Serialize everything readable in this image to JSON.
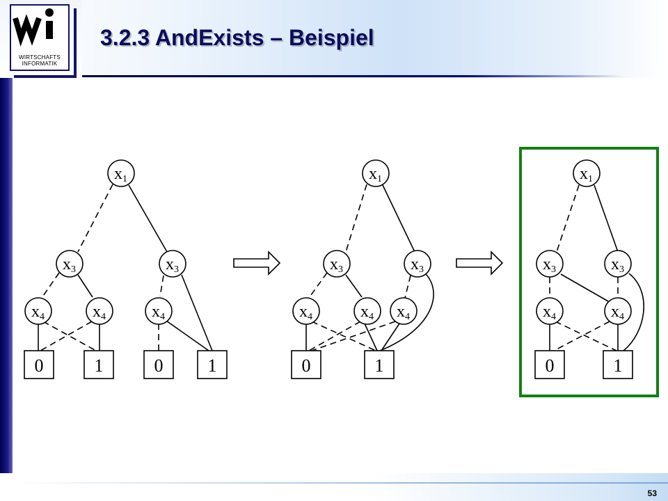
{
  "logo": {
    "text_line1": "WIRTSCHAFTS",
    "text_line2": "INFORMATIK",
    "brand": "wi"
  },
  "title": "3.2.3 AndExists – Beispiel",
  "page_number": "53",
  "colors": {
    "navy": "#0b0b5e",
    "highlight_border": "#128012"
  },
  "diagrams": [
    {
      "nodes": [
        {
          "var": "x",
          "sub": "1"
        },
        {
          "var": "x",
          "sub": "3"
        },
        {
          "var": "x",
          "sub": "3"
        },
        {
          "var": "x",
          "sub": "4"
        },
        {
          "var": "x",
          "sub": "4"
        },
        {
          "var": "x",
          "sub": "4"
        }
      ],
      "terminals": [
        "0",
        "1",
        "0",
        "1"
      ]
    },
    {
      "nodes": [
        {
          "var": "x",
          "sub": "1"
        },
        {
          "var": "x",
          "sub": "3"
        },
        {
          "var": "x",
          "sub": "3"
        },
        {
          "var": "x",
          "sub": "4"
        },
        {
          "var": "x",
          "sub": "4"
        },
        {
          "var": "x",
          "sub": "4"
        }
      ],
      "terminals": [
        "0",
        "1"
      ]
    },
    {
      "highlighted": true,
      "nodes": [
        {
          "var": "x",
          "sub": "1"
        },
        {
          "var": "x",
          "sub": "3"
        },
        {
          "var": "x",
          "sub": "3"
        },
        {
          "var": "x",
          "sub": "4"
        },
        {
          "var": "x",
          "sub": "4"
        }
      ],
      "terminals": [
        "0",
        "1"
      ]
    }
  ]
}
